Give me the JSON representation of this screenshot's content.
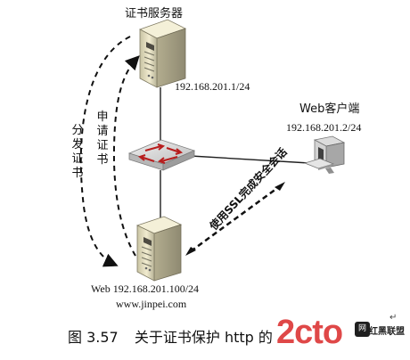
{
  "diagram": {
    "server_title": "证书服务器",
    "server_ip": "192.168.201.1/24",
    "client_title": "Web客户端",
    "client_ip": "192.168.201.2/24",
    "web_server_ip": "Web 192.168.201.100/24",
    "web_server_domain": "www.jinpei.com",
    "distribute_label": "分发证书",
    "apply_label": "申请证书",
    "ssl_label": "使用SSL完成安全会话"
  },
  "caption": {
    "figure_number": "图 3.57",
    "text": "关于证书保护 http 的"
  },
  "watermark": {
    "main": "2cto",
    "mark": "网",
    "sub": "红黑联盟"
  },
  "symbols": {
    "pilcrow": "↵"
  },
  "colors": {
    "line": "#222222",
    "server_body": "#ece7c1",
    "server_shadow": "#8f8f8f",
    "switch": "#d7d7d7",
    "watermark_red": "#d82121"
  },
  "icons": [
    "server-icon",
    "switch-icon",
    "computer-icon"
  ]
}
